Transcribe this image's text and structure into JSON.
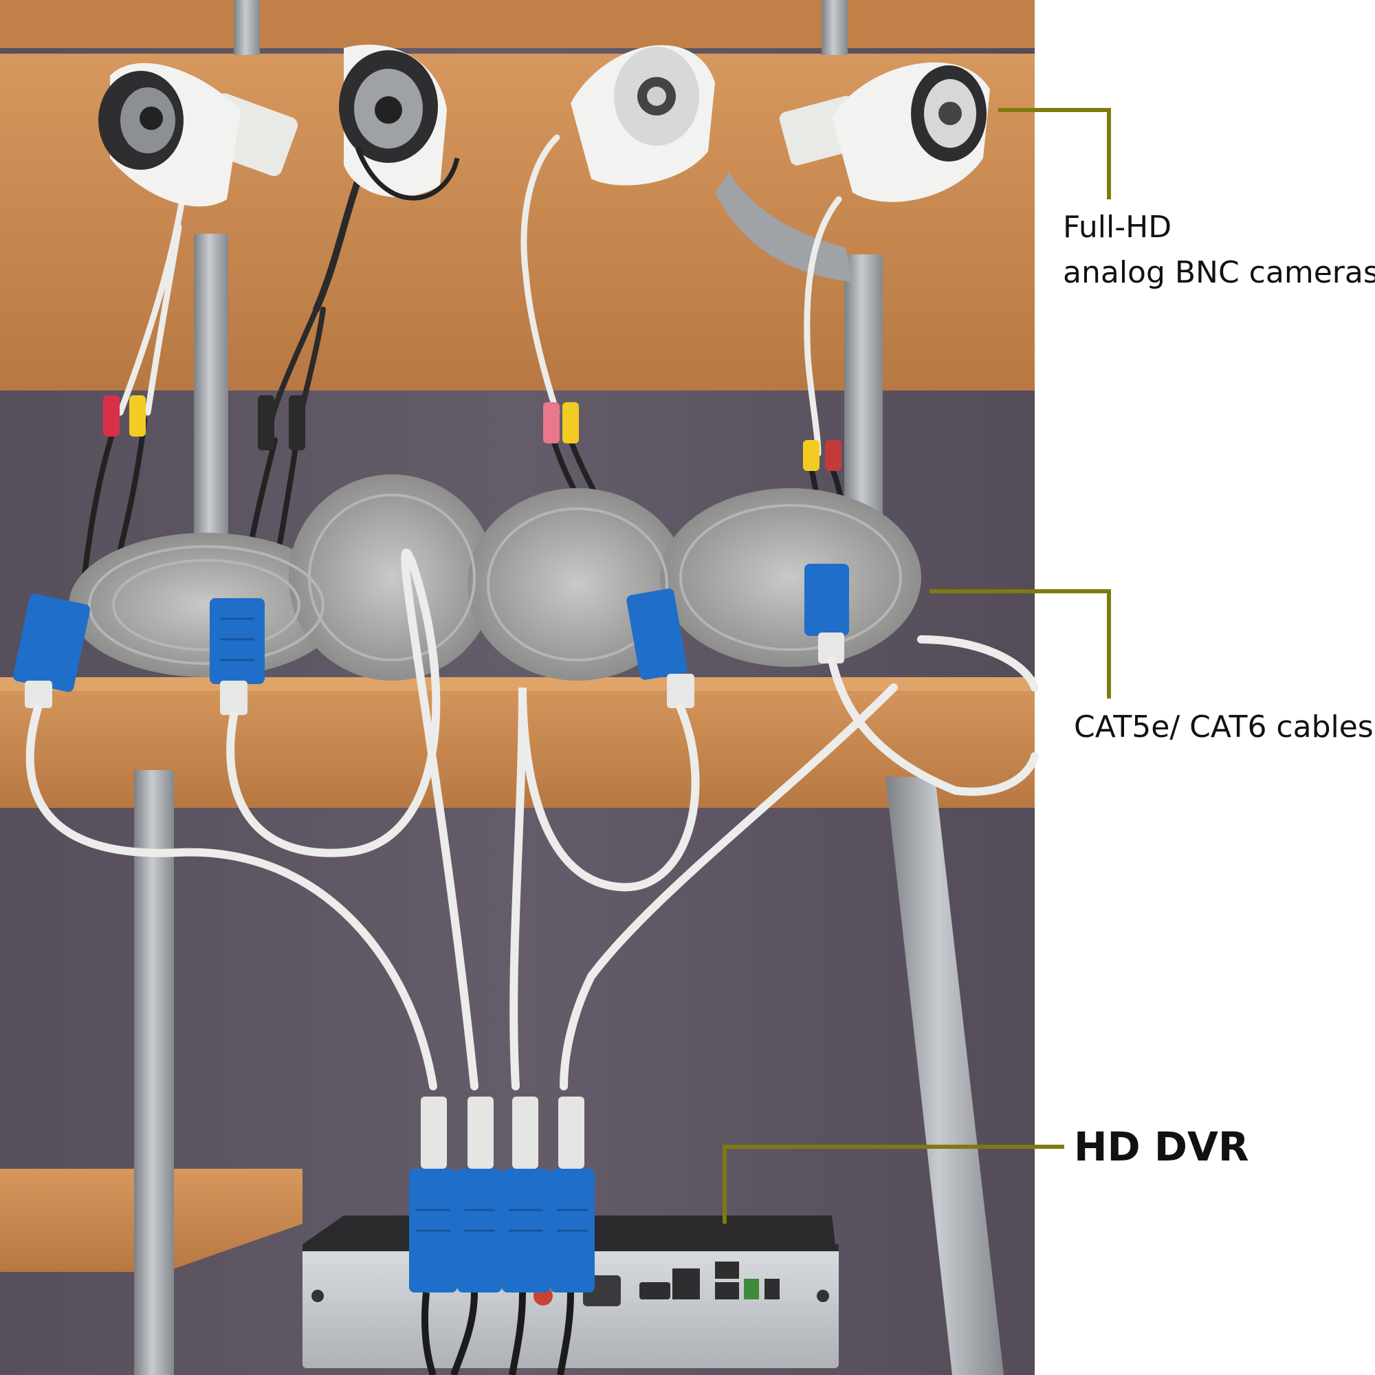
{
  "callouts": {
    "cameras": {
      "line1": "Full-HD",
      "line2": "analog BNC cameras"
    },
    "cables": {
      "text": "CAT5e/ CAT6 cables"
    },
    "dvr": {
      "text": "HD DVR"
    },
    "line_color": "#7f7a0e"
  },
  "photo": {
    "subjects": [
      "bullet-camera",
      "bullet-camera",
      "bullet-camera",
      "bullet-camera",
      "video-balun",
      "network-cable-coil",
      "hd-dvr"
    ],
    "colors": {
      "wood_shelf": "#c8874e",
      "wall": "#5d5562",
      "pipe": "#a9acb0",
      "balun_blue": "#1f6ec9",
      "cable_white": "#e8e8e6",
      "camera_white": "#f2f2f0",
      "dvr_silver": "#c9ccd0"
    }
  }
}
